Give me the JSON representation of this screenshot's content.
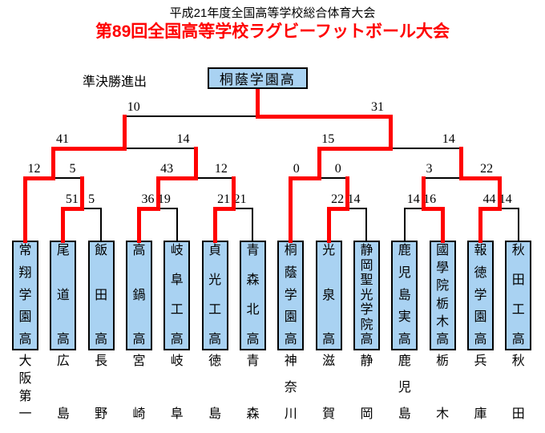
{
  "page": {
    "title_line1": "平成21年度全国高等学校総合体育大会",
    "title_line2": "第89回全国高等学校ラグビーフットボール大会",
    "semifinal_label": "準決勝進出"
  },
  "colors": {
    "title_accent": "#ff0000",
    "winner_path": "#ff0000",
    "line": "#000000",
    "team_box_fill": "#a9d2f2",
    "team_box_border": "#000000"
  },
  "bracket": {
    "champion": "桐蔭学園高",
    "teams": [
      {
        "name": "常翔学園高",
        "prefecture": "大阪第一"
      },
      {
        "name": "尾道高",
        "prefecture": "広島"
      },
      {
        "name": "飯田高",
        "prefecture": "長野"
      },
      {
        "name": "高鍋高",
        "prefecture": "宮崎"
      },
      {
        "name": "岐阜工高",
        "prefecture": "岐阜"
      },
      {
        "name": "貞光工高",
        "prefecture": "徳島"
      },
      {
        "name": "青森北高",
        "prefecture": "青森"
      },
      {
        "name": "桐蔭学園高",
        "prefecture": "神奈川"
      },
      {
        "name": "光泉高",
        "prefecture": "滋賀"
      },
      {
        "name": "静岡聖光学院高",
        "prefecture": "静岡"
      },
      {
        "name": "鹿児島実高",
        "prefecture": "鹿児島"
      },
      {
        "name": "國學院栃木高",
        "prefecture": "栃木"
      },
      {
        "name": "報徳学園高",
        "prefecture": "兵庫"
      },
      {
        "name": "秋田工高",
        "prefecture": "秋田"
      }
    ],
    "matches": [
      {
        "id": "M0",
        "round": 1,
        "left": "T1",
        "right": "T2",
        "score_left": "51",
        "score_right": "5",
        "winner": "L"
      },
      {
        "id": "M1",
        "round": 1,
        "left": "T3",
        "right": "T4",
        "score_left": "36",
        "score_right": "19",
        "winner": "L"
      },
      {
        "id": "M2",
        "round": 1,
        "left": "T5",
        "right": "T6",
        "score_left": "21",
        "score_right": "21",
        "winner": "L"
      },
      {
        "id": "M3",
        "round": 1,
        "left": "T8",
        "right": "T9",
        "score_left": "22",
        "score_right": "14",
        "winner": "L"
      },
      {
        "id": "M4",
        "round": 1,
        "left": "T10",
        "right": "T11",
        "score_left": "14",
        "score_right": "16",
        "winner": "R"
      },
      {
        "id": "M5",
        "round": 1,
        "left": "T12",
        "right": "T13",
        "score_left": "44",
        "score_right": "14",
        "winner": "L"
      },
      {
        "id": "M6",
        "round": 2,
        "left": "T0",
        "right": "M0",
        "score_left": "12",
        "score_right": "5",
        "winner": "L"
      },
      {
        "id": "M7",
        "round": 2,
        "left": "M1",
        "right": "M2",
        "score_left": "43",
        "score_right": "12",
        "winner": "L"
      },
      {
        "id": "M8",
        "round": 2,
        "left": "T7",
        "right": "M3",
        "score_left": "0",
        "score_right": "0",
        "winner": "L"
      },
      {
        "id": "M9",
        "round": 2,
        "left": "M4",
        "right": "M5",
        "score_left": "3",
        "score_right": "22",
        "winner": "R"
      },
      {
        "id": "M10",
        "round": 3,
        "left": "M6",
        "right": "M7",
        "score_left": "41",
        "score_right": "14",
        "winner": "L"
      },
      {
        "id": "M11",
        "round": 3,
        "left": "M8",
        "right": "M9",
        "score_left": "15",
        "score_right": "14",
        "winner": "L"
      },
      {
        "id": "M12",
        "round": 4,
        "left": "M10",
        "right": "M11",
        "score_left": "10",
        "score_right": "31",
        "winner": "R"
      }
    ]
  }
}
